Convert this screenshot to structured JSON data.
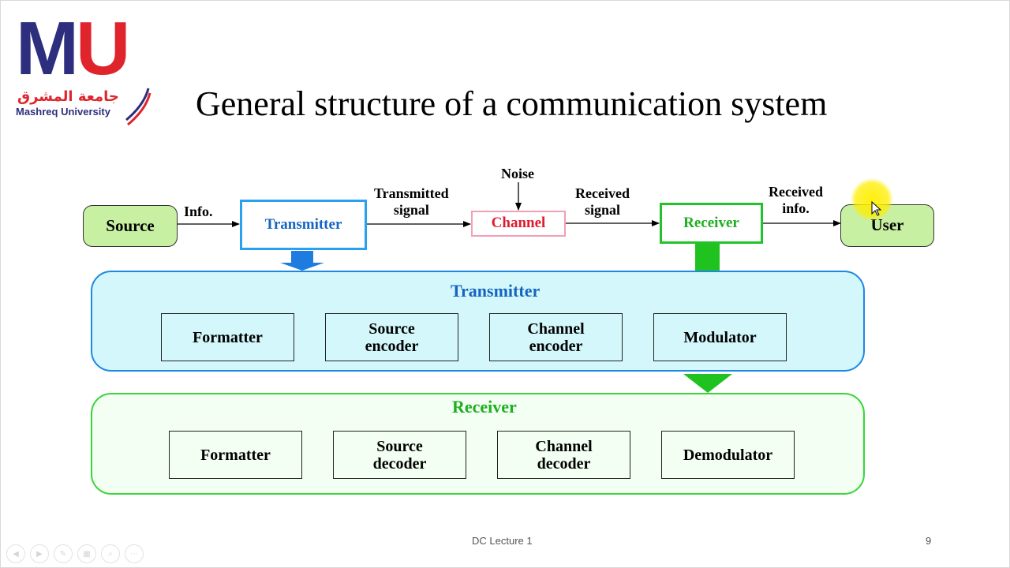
{
  "logo": {
    "letters_m": "M",
    "letters_u": "U",
    "arabic": "جامعة المشرق",
    "latin": "Mashreq University"
  },
  "title": "General structure of a communication system",
  "top_chain": {
    "source": "Source",
    "info": "Info.",
    "transmitter": "Transmitter",
    "transmitted_signal_1": "Transmitted",
    "transmitted_signal_2": "signal",
    "noise": "Noise",
    "channel": "Channel",
    "received_signal_1": "Received",
    "received_signal_2": "signal",
    "receiver": "Receiver",
    "received_info_1": "Received",
    "received_info_2": "info.",
    "user": "User"
  },
  "transmitter_panel": {
    "title": "Transmitter",
    "blocks": [
      {
        "line1": "Formatter",
        "line2": ""
      },
      {
        "line1": "Source",
        "line2": "encoder"
      },
      {
        "line1": "Channel",
        "line2": "encoder"
      },
      {
        "line1": "Modulator",
        "line2": ""
      }
    ]
  },
  "receiver_panel": {
    "title": "Receiver",
    "blocks": [
      {
        "line1": "Formatter",
        "line2": ""
      },
      {
        "line1": "Source",
        "line2": "decoder"
      },
      {
        "line1": "Channel",
        "line2": "decoder"
      },
      {
        "line1": "Demodulator",
        "line2": ""
      }
    ]
  },
  "footer": {
    "center": "DC Lecture 1",
    "page": "9"
  },
  "colors": {
    "blue": "#1e88e5",
    "green": "#22c22a",
    "red": "#e01b2f",
    "navy": "#2e2e7e"
  },
  "nav_icons": [
    "previous-icon",
    "next-icon",
    "pen-icon",
    "slides-icon",
    "zoom-icon",
    "more-icon"
  ]
}
